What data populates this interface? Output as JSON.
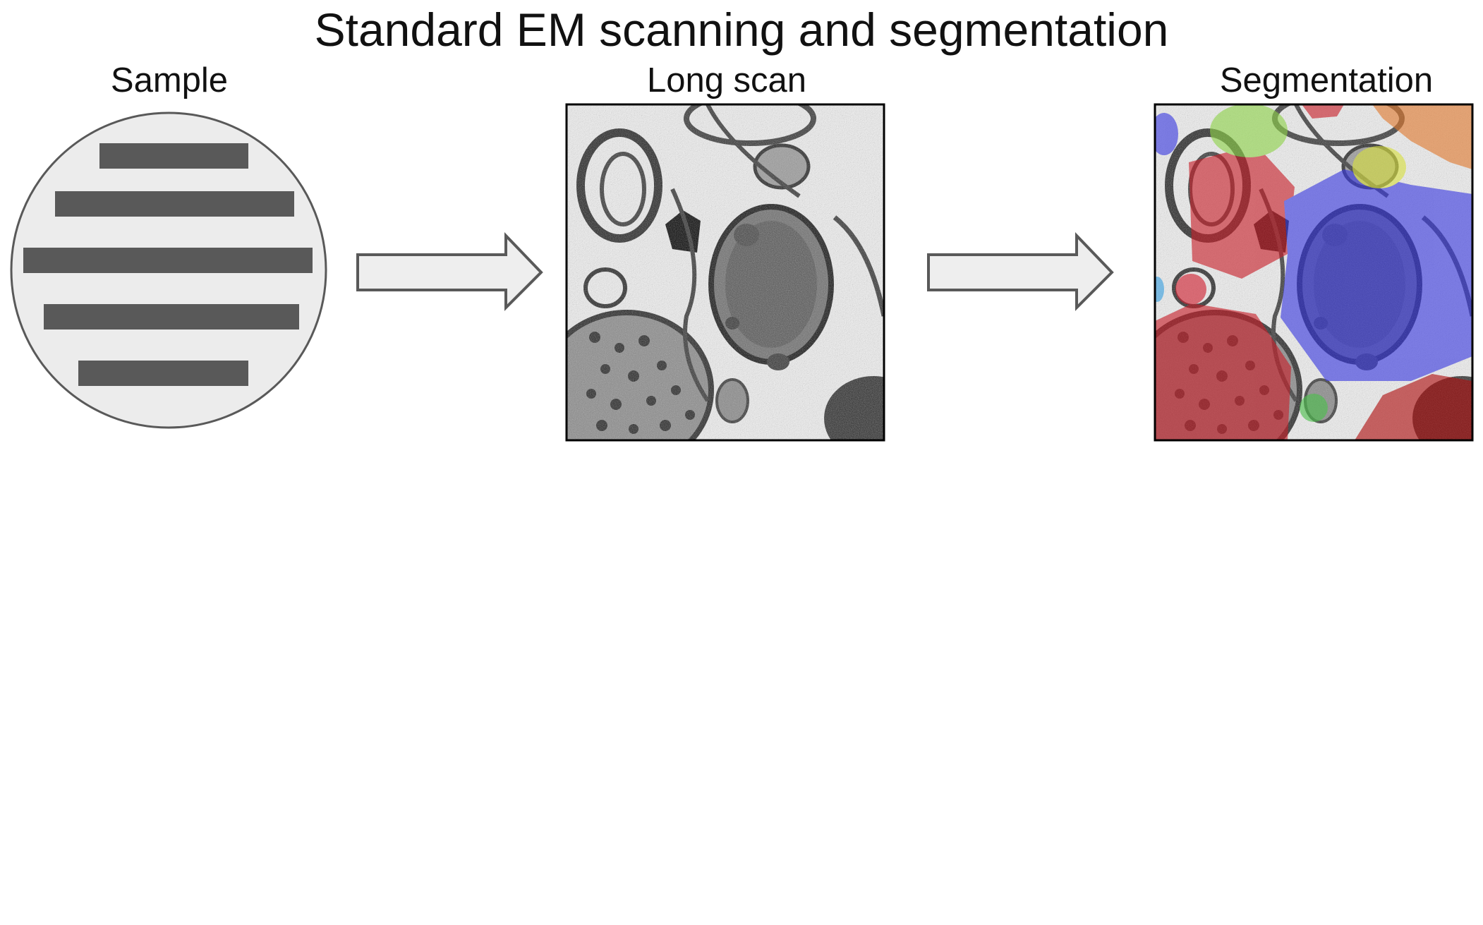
{
  "title": "Standard EM scanning and segmentation",
  "panels": {
    "sample": {
      "label": "Sample"
    },
    "long_scan": {
      "label": "Long scan"
    },
    "segmentation": {
      "label": "Segmentation"
    }
  },
  "colors": {
    "sample_fill": "#ececec",
    "sample_bars": "#595959",
    "arrow_fill": "#eeeeee",
    "arrow_stroke": "#595959",
    "segment_red": "#c8202a",
    "segment_blue": "#3a3ae0",
    "segment_green": "#8fd34a",
    "segment_yellow": "#d8e040",
    "segment_orange": "#e07a30",
    "segment_darkred": "#8c1a1a"
  }
}
